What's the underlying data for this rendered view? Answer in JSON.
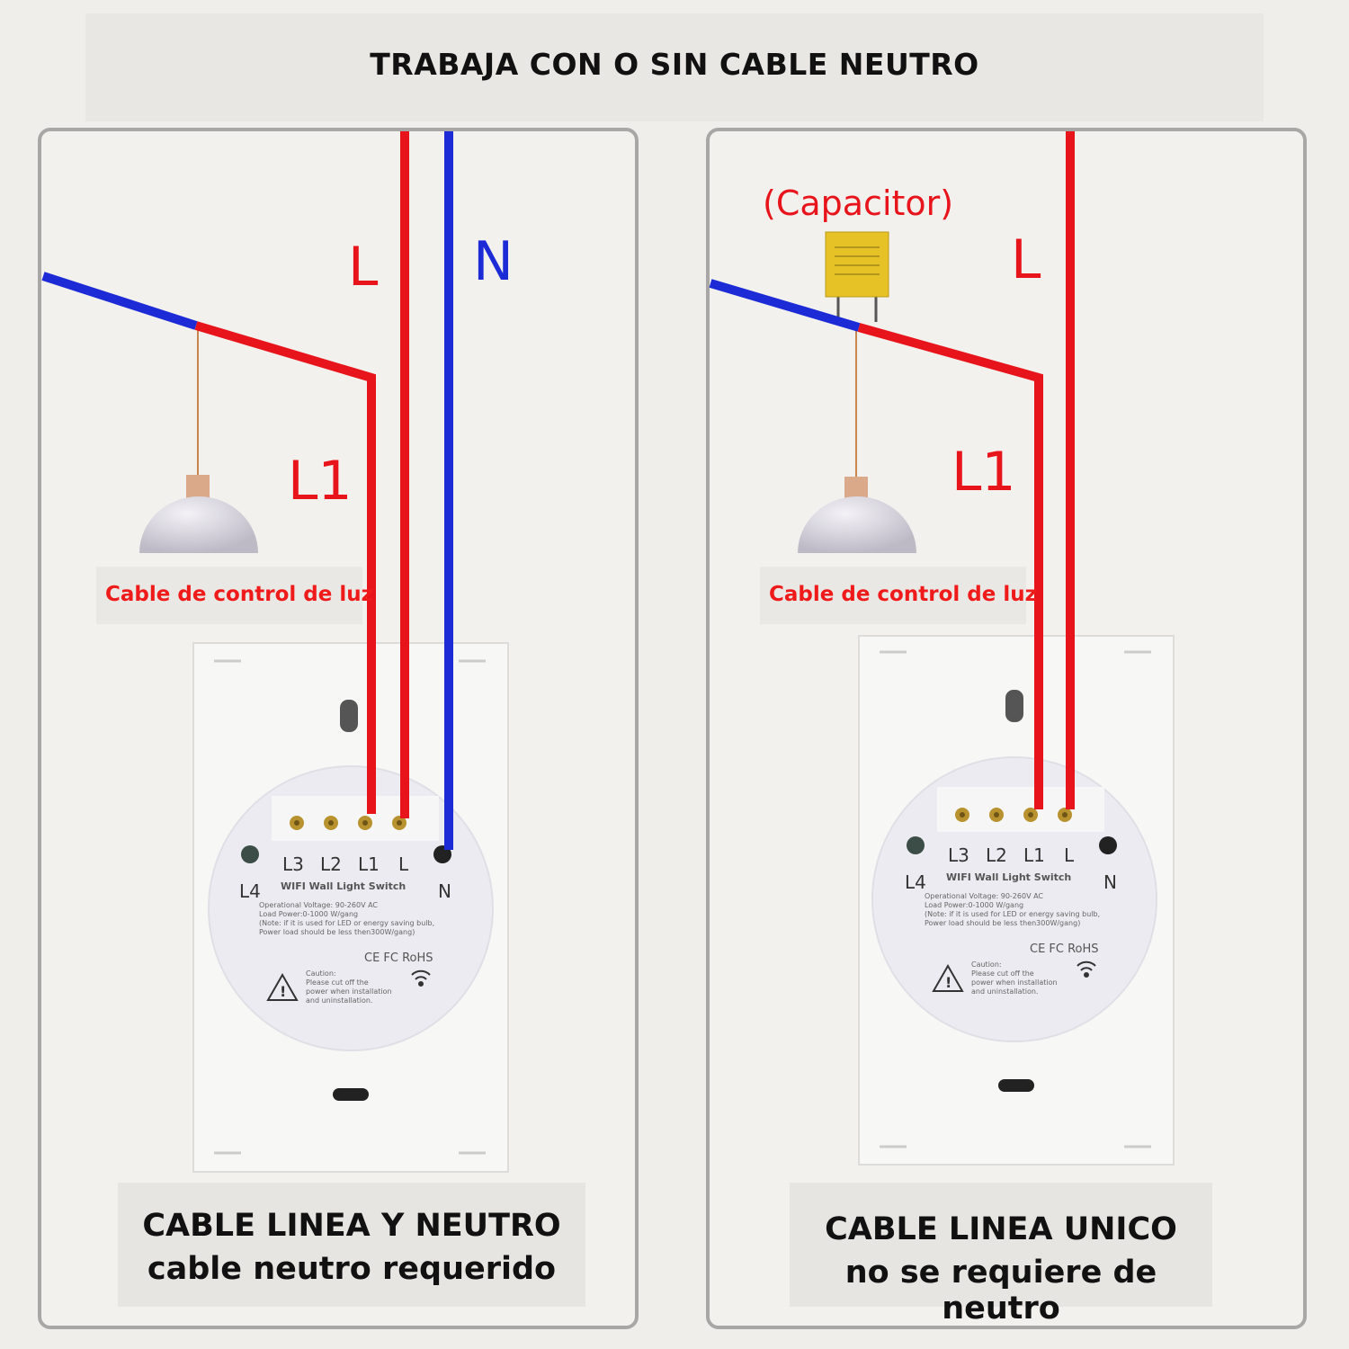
{
  "title": "TRABAJA CON O SIN CABLE NEUTRO",
  "left_panel": {
    "label_L": "L",
    "label_N": "N",
    "label_L1": "L1",
    "light_label": "Cable de control de luz",
    "bottom_line1": "CABLE LINEA Y NEUTRO",
    "bottom_line2": "cable neutro requerido"
  },
  "right_panel": {
    "capacitor_label": "(Capacitor)",
    "label_L": "L",
    "label_L1": "L1",
    "light_label": "Cable de control de luz",
    "bottom_line1": "CABLE LINEA UNICO",
    "bottom_line2": "no se requiere de neutro"
  },
  "switch": {
    "terminals": [
      "L3",
      "L2",
      "L1",
      "L"
    ],
    "left_terminal": "L4",
    "right_terminal": "N",
    "model": "WIFI Wall Light Switch",
    "spec_lines": [
      "Operational Voltage: 90-260V AC",
      "Load Power:0-1000 W/gang",
      "(Note: if it is used for LED or energy saving bulb,",
      "Power load should be less then300W/gang)"
    ],
    "certs": "CE FC RoHS",
    "caution_lines": [
      "Caution:",
      "Please cut off the",
      "power when installation",
      "and uninstallation."
    ]
  },
  "colors": {
    "line": "#e8141b",
    "neutral": "#1d2bd6",
    "capacitor": "#e6c227"
  },
  "icons": [
    "pendant-lamp-icon",
    "capacitor-icon",
    "warning-icon",
    "wifi-icon"
  ]
}
